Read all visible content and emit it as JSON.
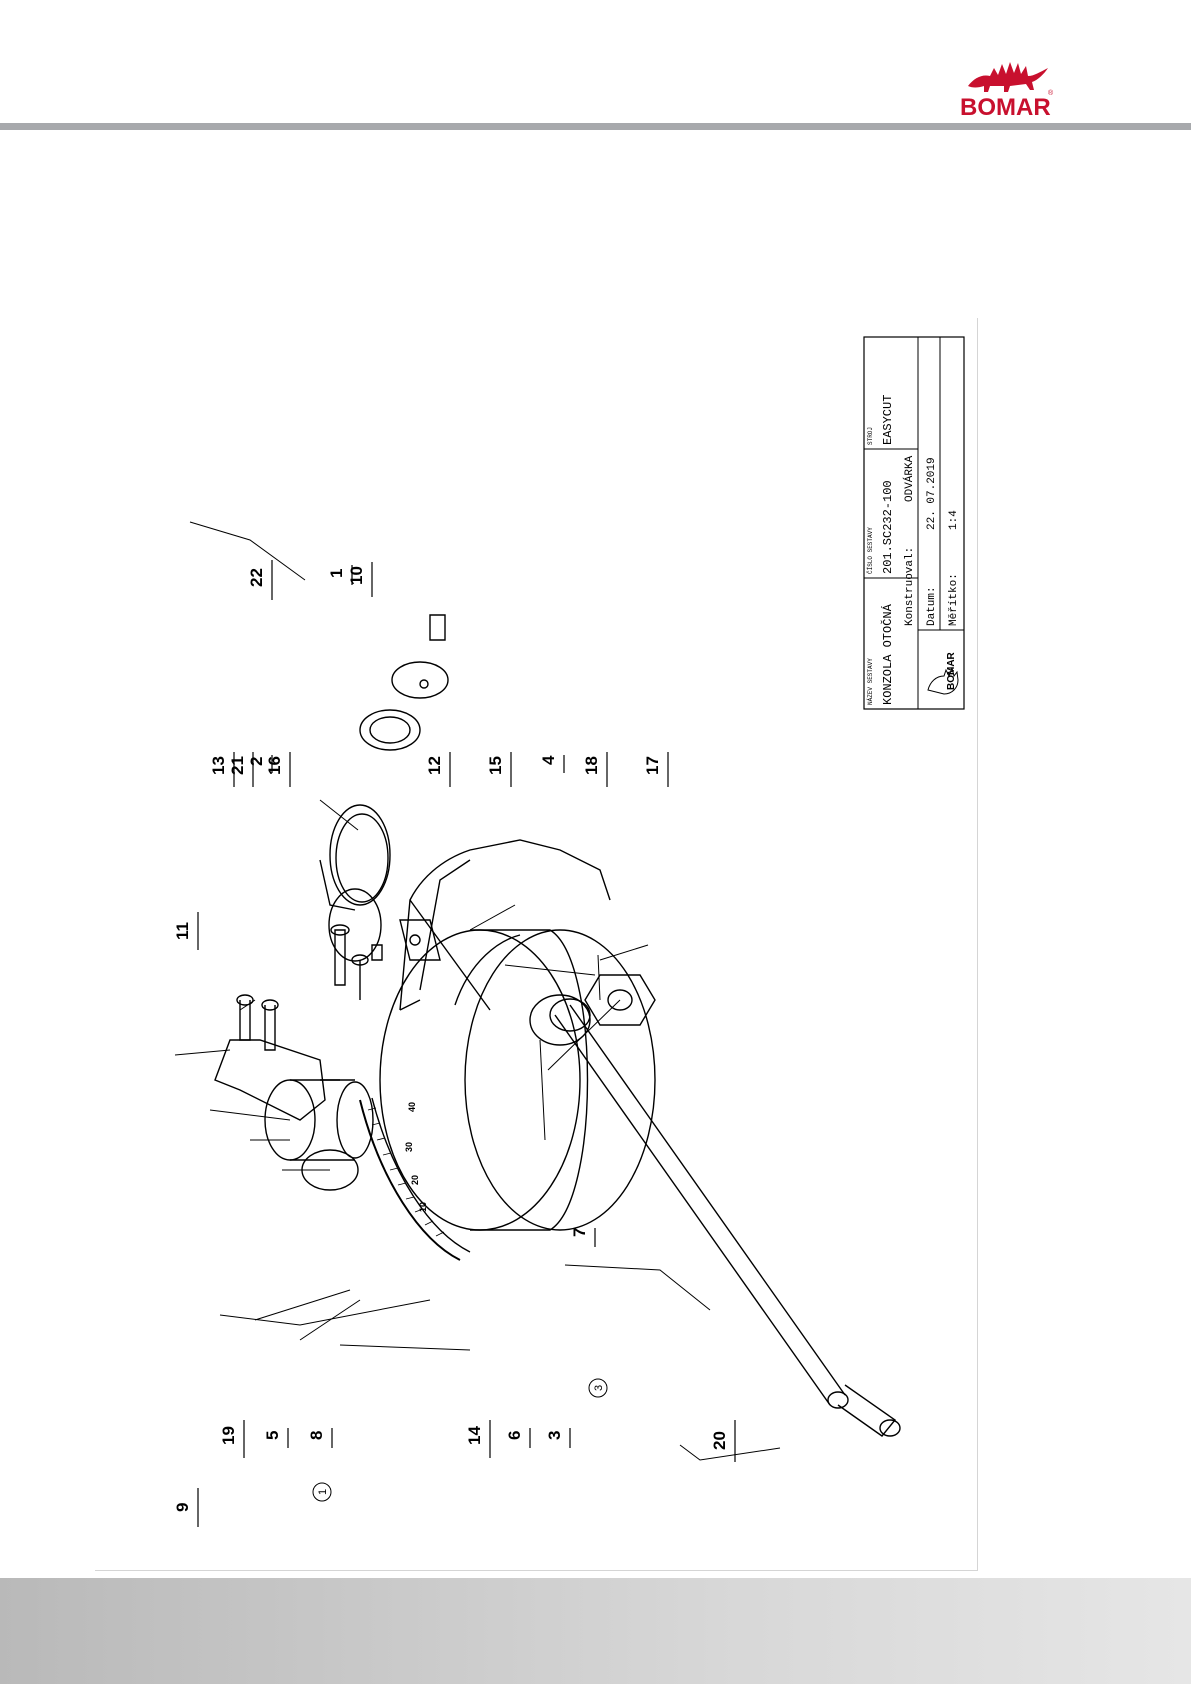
{
  "brand": {
    "logo_text": "BOMAR",
    "logo_registered": "®",
    "accent_color": "#c8102e"
  },
  "callouts": [
    "9",
    "19",
    "5",
    "8",
    "14",
    "6",
    "3",
    "7",
    "20",
    "11",
    "13",
    "21",
    "2",
    "16",
    "22",
    "12",
    "15",
    "4",
    "18",
    "17",
    "1",
    "10"
  ],
  "circled_refs": [
    "1",
    "3"
  ],
  "scale_ticks": [
    "40",
    "30",
    "20",
    "10"
  ],
  "title_block": {
    "name_label": "NÁZEV SESTAVY",
    "name_value": "KONZOLA OTOČNÁ",
    "number_label": "ČÍSLO SESTAVY",
    "number_value": "201.SC232-100",
    "machine_label": "STROJ",
    "machine_value": "EASYCUT",
    "designer_label": "Konstruoval:",
    "designer_value": "ODVÁRKA",
    "date_label": "Datum:",
    "date_value": "22. 07.2019",
    "scale_label": "Měřítko:",
    "scale_value": "1:4",
    "logo_text": "BOMAR"
  }
}
